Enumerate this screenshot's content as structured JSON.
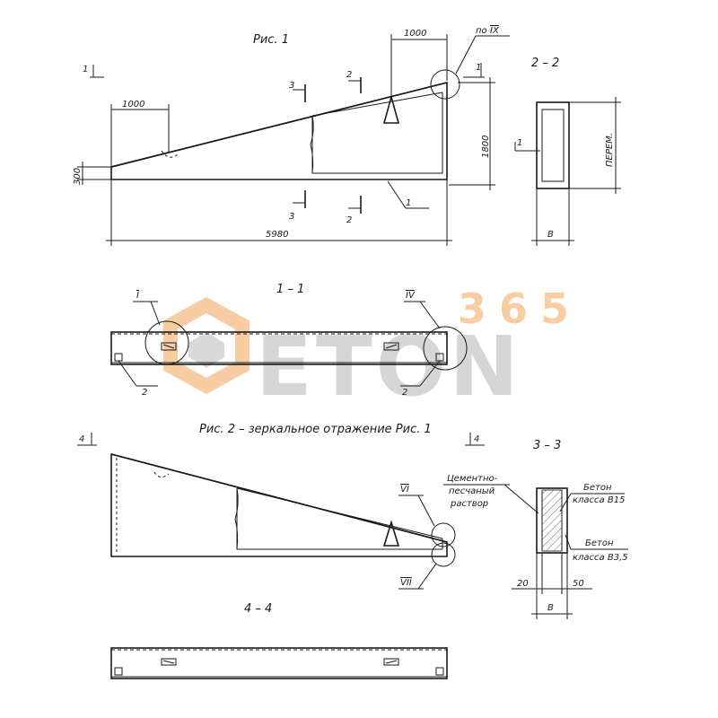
{
  "fig1": {
    "title": "Рис. 1",
    "dim_top": "1000",
    "callout": "по",
    "callout_roman": "IX",
    "dim_slope": "1000",
    "dim_height_left": "300",
    "dim_height_right": "1800",
    "dim_length": "5980",
    "cut_1": "1",
    "cut_2": "2",
    "cut_3": "3",
    "pos_1": "1"
  },
  "sec22": {
    "title": "2 – 2",
    "label_1": "1",
    "label_var": "ПЕРЕМ.",
    "label_b": "В"
  },
  "sec11": {
    "title": "1 – 1",
    "roman_left": "I",
    "roman_right": "IV",
    "label_2": "2"
  },
  "fig2": {
    "title": "Рис. 2 – зеркальное отражение Рис. 1",
    "cut_4": "4",
    "roman_vi": "VI",
    "roman_vii": "VII"
  },
  "sec33": {
    "title": "3 – 3",
    "mortar_line1": "Цементно-",
    "mortar_line2": "песчаный",
    "mortar_line3": "раствор",
    "concrete1_line1": "Бетон",
    "concrete1_line2": "класса В15",
    "concrete2_line1": "Бетон",
    "concrete2_line2": "класса В3,5",
    "dim_20": "20",
    "dim_50": "50",
    "label_b": "В"
  },
  "sec44": {
    "title": "4 – 4"
  },
  "watermark": {
    "top": "365",
    "bottom": "ETON",
    "color_orange": "#f5a65b",
    "color_gray": "#9a9a9a"
  }
}
